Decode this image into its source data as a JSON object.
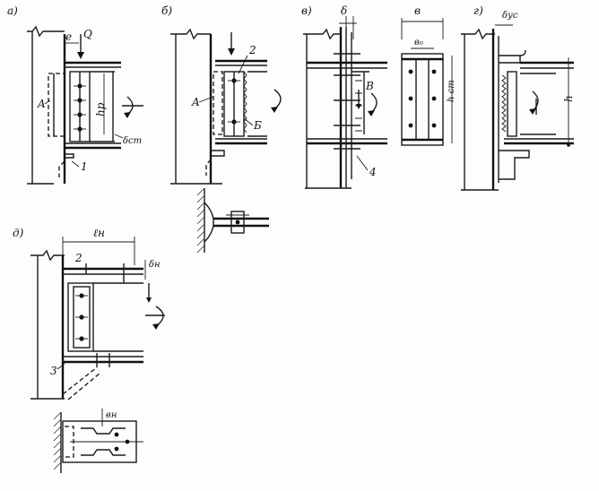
{
  "panels": {
    "a": "а)",
    "b": "б)",
    "v": "в)",
    "g": "г)",
    "d": "д)"
  },
  "labels": {
    "a_e": "e",
    "a_Q": "Q",
    "a_A": "A",
    "a_hp": "hр",
    "a_dst": "δст",
    "a_1": "1",
    "b_2": "2",
    "b_A": "A",
    "b_B": "Б",
    "v_delta": "δ",
    "v_B": "B",
    "v_4": "4",
    "v_b": "в",
    "v_b0": "в₀",
    "v_hst": "h ст",
    "g_dus": "δус",
    "g_h": "h",
    "d_l": "ℓн",
    "d_2": "2",
    "d_dn": "δн",
    "d_3": "3",
    "d_bn": "вн"
  }
}
